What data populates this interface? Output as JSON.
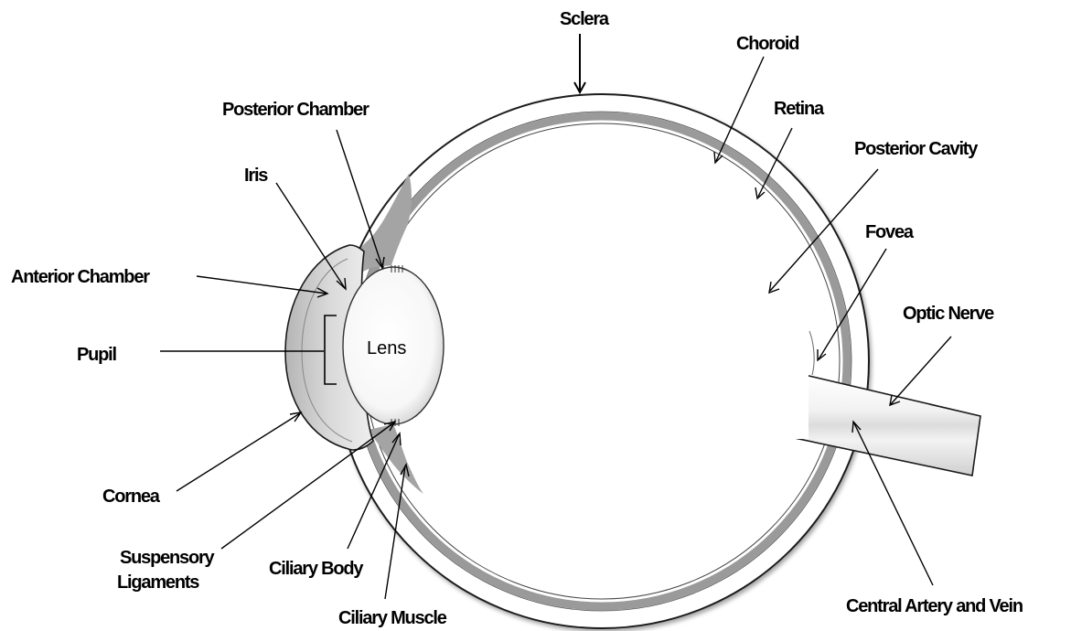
{
  "diagram": {
    "lens_label": "Lens",
    "labels": {
      "sclera": "Sclera",
      "choroid": "Choroid",
      "retina": "Retina",
      "posterior_chamber": "Posterior Chamber",
      "posterior_cavity": "Posterior Cavity",
      "iris": "Iris",
      "fovea": "Fovea",
      "anterior_chamber": "Anterior Chamber",
      "optic_nerve": "Optic Nerve",
      "pupil": "Pupil",
      "cornea": "Cornea",
      "suspensory_1": "Suspensory",
      "suspensory_2": "Ligaments",
      "ciliary_body": "Ciliary Body",
      "ciliary_muscle": "Ciliary Muscle",
      "central_artery": "Central Artery and Vein"
    },
    "colors": {
      "choroid": "#9a9a9a",
      "ciliary": "#a4a4a4",
      "cornea": "#cfcfcf",
      "outline": "#1a1a1a",
      "background": "#ffffff"
    }
  }
}
